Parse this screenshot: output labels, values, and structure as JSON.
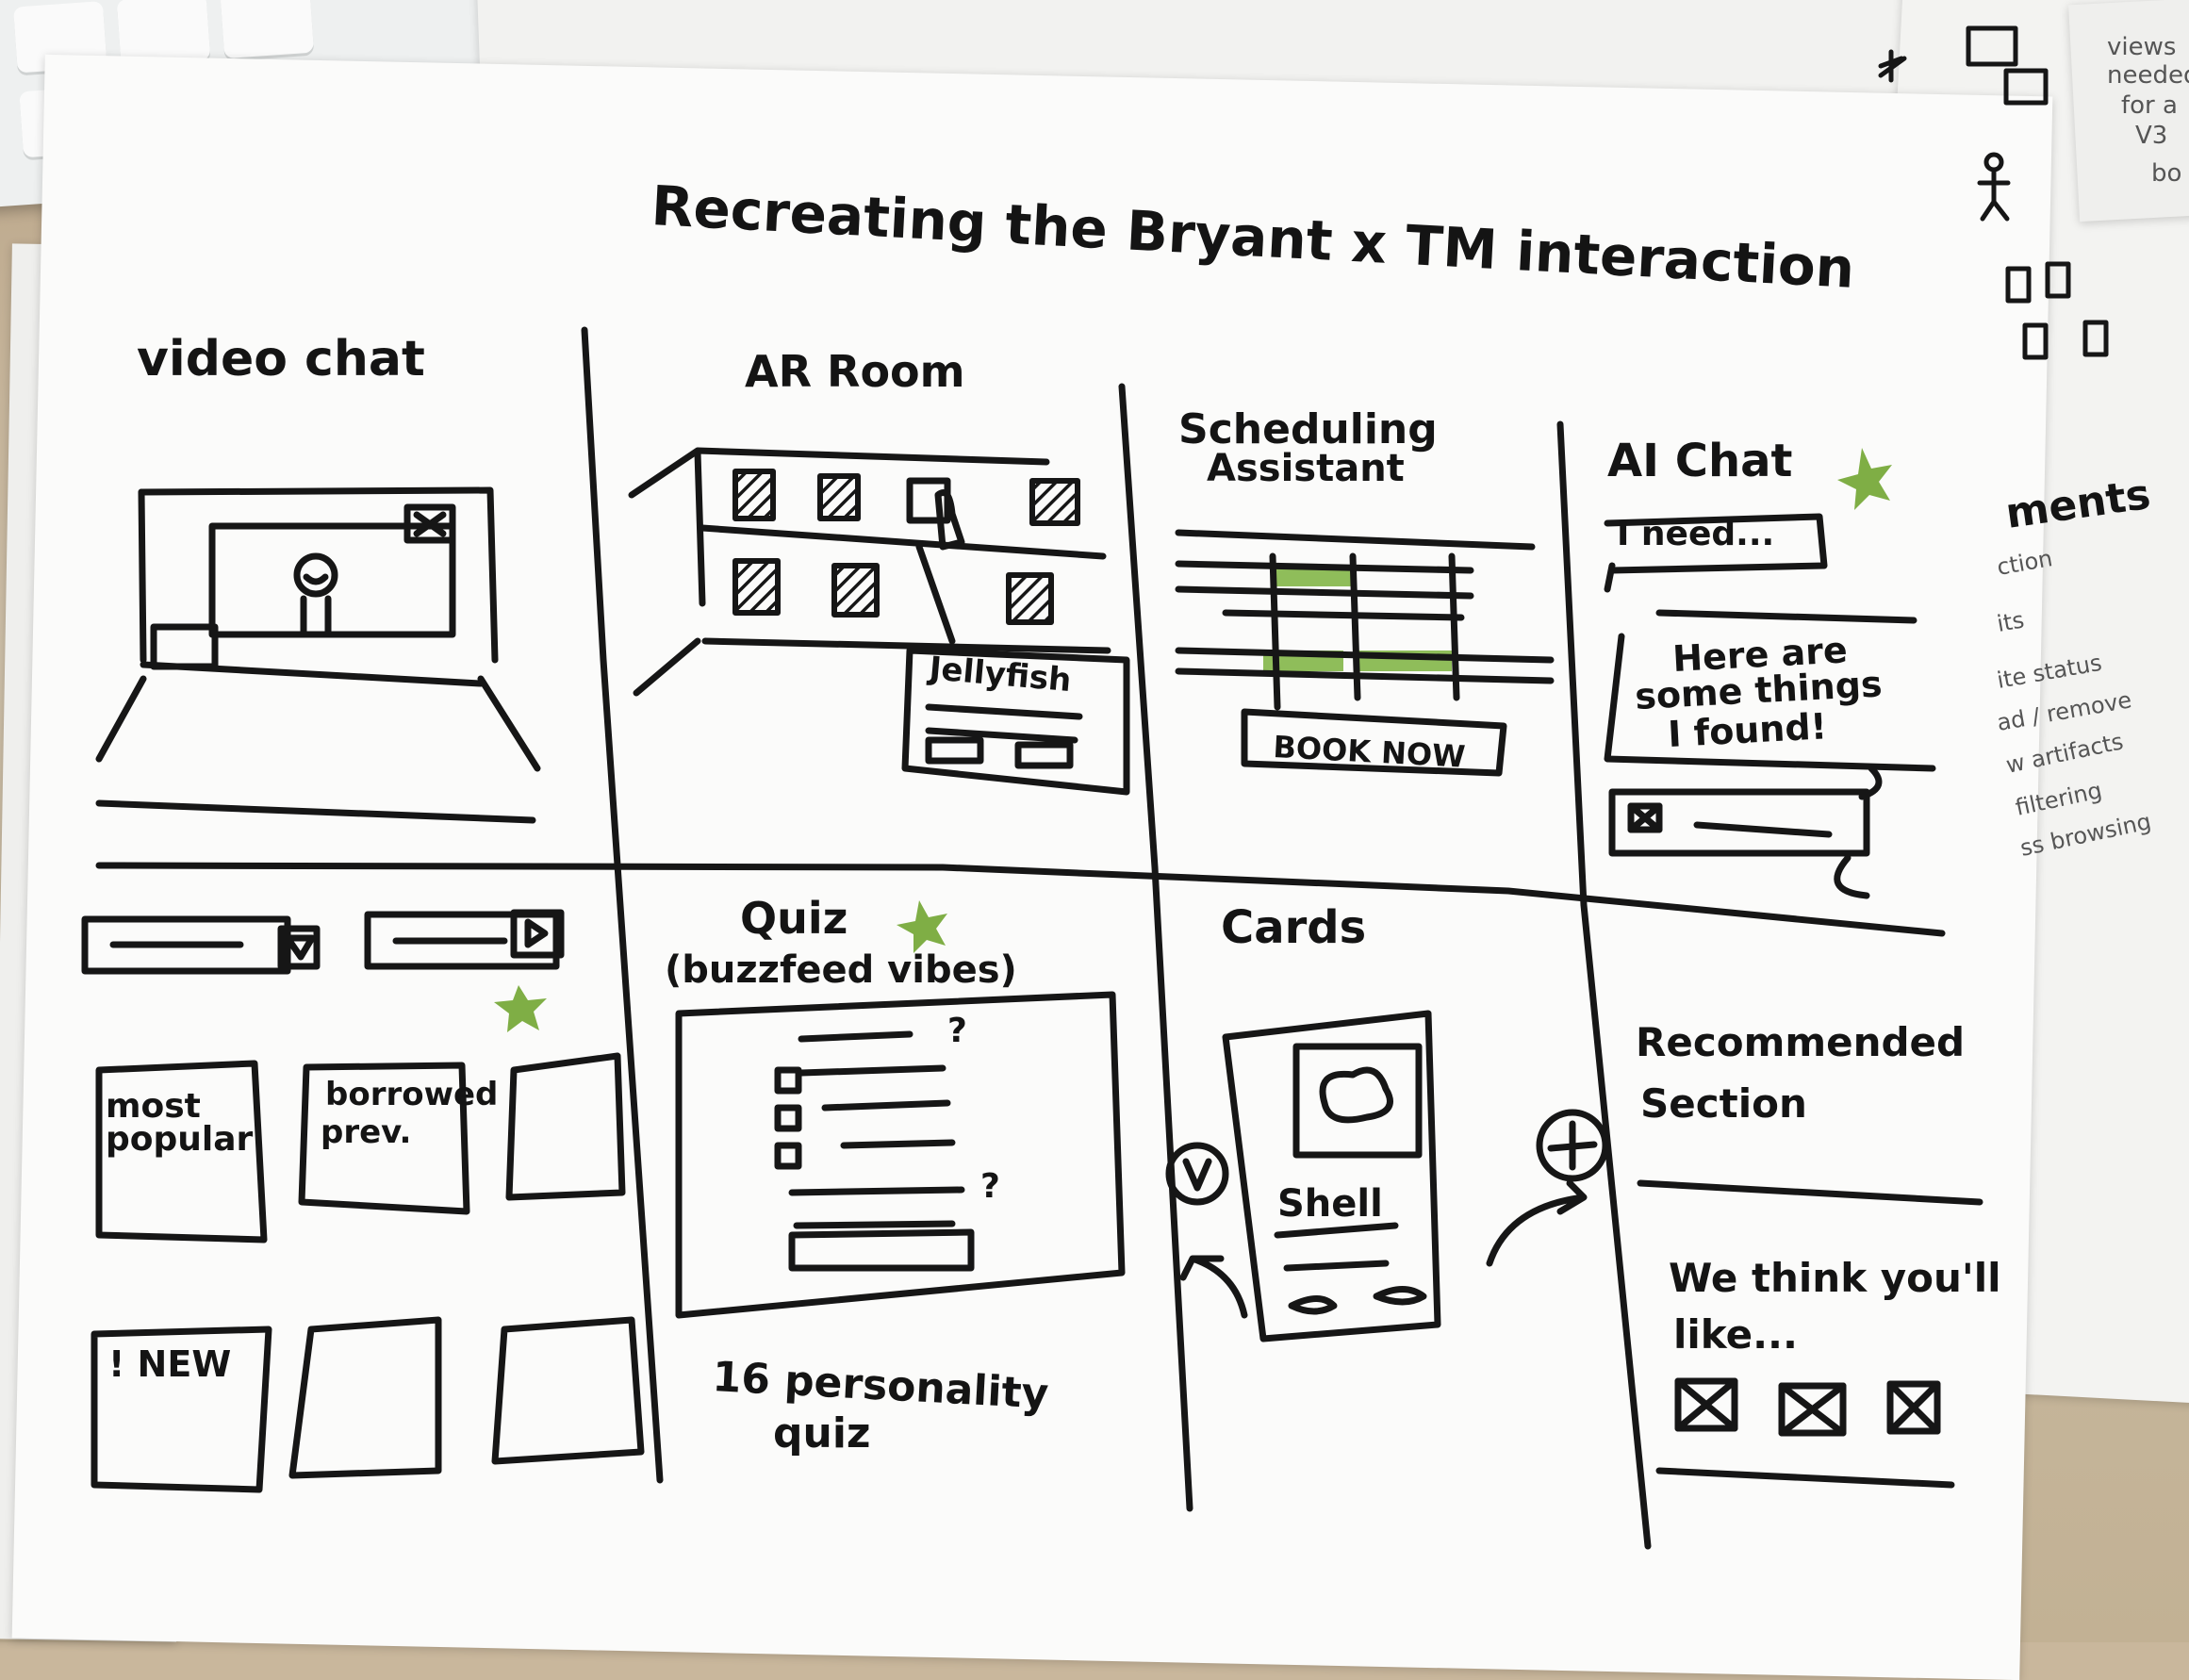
{
  "title": "Recreating the Bryant x TM interaction",
  "panels": {
    "video_chat": "video chat",
    "ar_room": "AR Room",
    "ar_label": "Jellyfish",
    "scheduling": [
      "Scheduling",
      "Assistant"
    ],
    "book_now": "BOOK NOW",
    "ai_chat": "AI Chat",
    "ai_prompt": "I need...",
    "ai_reply": [
      "Here are",
      "some things",
      "I found!"
    ],
    "most_popular": [
      "most",
      "popular"
    ],
    "borrowed_prev": [
      "borrowed",
      "prev."
    ],
    "new_label": "! NEW",
    "quiz": "Quiz",
    "quiz_sub": "(buzzfeed vibes)",
    "quiz_caption": [
      "16 personality",
      "quiz"
    ],
    "cards": "Cards",
    "card_label": "Shell",
    "recommended": [
      "Recommended",
      "Section"
    ],
    "we_think": [
      "We think you'll",
      "like..."
    ]
  },
  "side_note": {
    "top": [
      "views",
      "needed",
      "for a",
      "V3",
      "bo"
    ],
    "heading": "ments",
    "lines": [
      "ction",
      "its",
      "ite status",
      "ad / remove",
      "w artifacts",
      "filtering",
      "ss browsing"
    ]
  },
  "colors": {
    "ink": "#161616",
    "highlight": "#7fae45",
    "paper": "#fbfbfa",
    "desk": "#c9b79c"
  }
}
